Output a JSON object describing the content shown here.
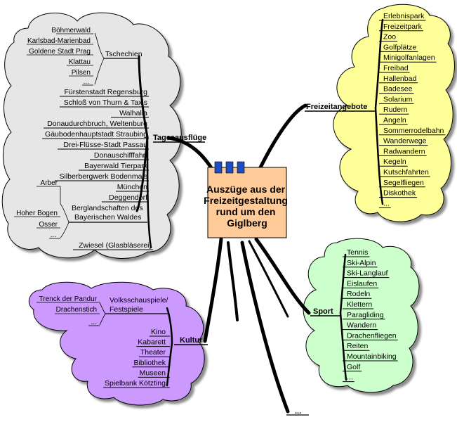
{
  "center": {
    "lines": [
      "Auszüge aus der",
      "Freizeitgestaltung",
      "rund um den",
      "Giglberg"
    ]
  },
  "tagesausfluege": {
    "label": "Tagesausflüge",
    "tschechien": {
      "label": "Tschechien",
      "items": [
        "Böhmerwald",
        "Karlsbad-Marienbad",
        "Goldene Stadt Prag",
        "Klattau",
        "Pilsen",
        "..."
      ]
    },
    "items": [
      "Fürstenstadt Regensburg",
      "Schloß von Thurn & Taxis",
      "Walhalla",
      "Donaudurchbruch, Weltenburg",
      "Gäubodenhauptstadt Straubing",
      "Drei-Flüsse-Stadt Passau",
      "Donauschifffahrt",
      "Bayerwald Tierpark",
      "Silberbergwerk Bodenmais",
      "München",
      "Deggendorf"
    ],
    "berglandschaften": {
      "label_line1": "Berglandschaften des",
      "label_line2": "Bayerischen Waldes",
      "items": [
        "Arber",
        "Hoher Bogen",
        "Osser",
        "..."
      ]
    },
    "last": "Zwiesel (Glasbläserei)"
  },
  "freizeitangebote": {
    "label": "Freizeitangebote",
    "items": [
      "Erlebnispark",
      "Freizeitpark",
      "Zoo",
      "Golfplätze",
      "Minigolfanlagen",
      "Freibad",
      "Hallenbad",
      "Badesee",
      "Solarium",
      "Rudern",
      "Angeln",
      "Sommerrodelbahn",
      "Wanderwege",
      "Radwandern",
      "Kegeln",
      "Kutschfahrten",
      "Segelfliegen",
      "Diskothek",
      "..."
    ]
  },
  "sport": {
    "label": "Sport",
    "items": [
      "Tennis",
      "Ski-Alpin",
      "Ski-Langlauf",
      "Eislaufen",
      "Rodeln",
      "Klettern",
      "Paragliding",
      "Wandern",
      "Drachenfliegen",
      "Reiten",
      "Mountainbiking",
      "Golf",
      "..."
    ]
  },
  "kultur": {
    "label": "Kultur",
    "volks": {
      "label_line1": "Volksschauspiele/",
      "label_line2": "Festspiele",
      "items": [
        "Trenck der Pandur",
        "Drachenstich",
        "..."
      ]
    },
    "items": [
      "Kino",
      "Kabarett",
      "Theater",
      "Bibliothek",
      "Museen",
      "Spielbank Kötzting"
    ]
  },
  "more": {
    "label": "..."
  },
  "colors": {
    "gray_cloud": "#e6e6e6",
    "yellow_cloud": "#ffff99",
    "green_cloud": "#ccffcc",
    "purple_cloud": "#cc99ff",
    "center_box": "#ffcc99",
    "clip": "#1f4fbf"
  }
}
